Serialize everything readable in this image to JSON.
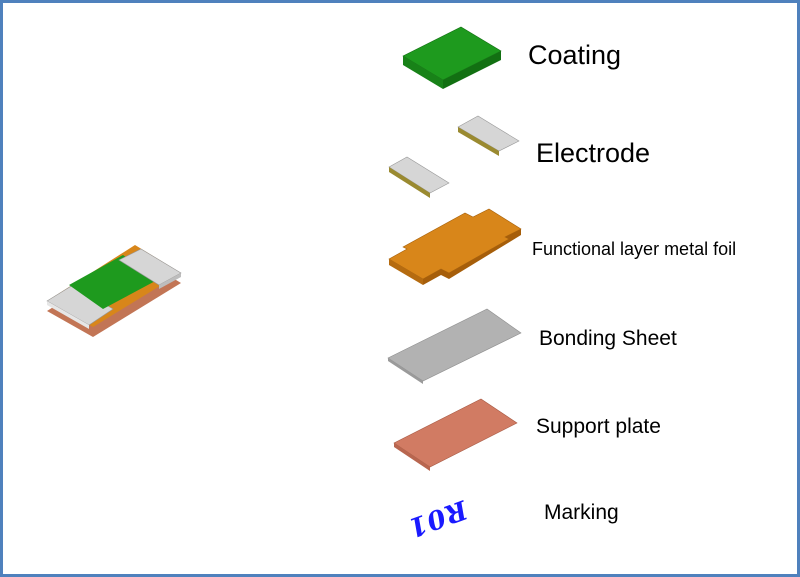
{
  "labels": {
    "coating": "Coating",
    "electrode": "Electrode",
    "functional_layer": "Functional layer metal foil",
    "bonding_sheet": "Bonding Sheet",
    "support_plate": "Support plate",
    "marking": "Marking"
  },
  "marking_print": "R01",
  "colors": {
    "frame_border": "#4f81bd",
    "coating": "#1e9a1e",
    "electrode": "#d4d4d4",
    "metal_foil": "#d8861a",
    "bonding_sheet": "#b2b2b2",
    "support_plate": "#d17b63",
    "marking": "#1a1aff"
  }
}
